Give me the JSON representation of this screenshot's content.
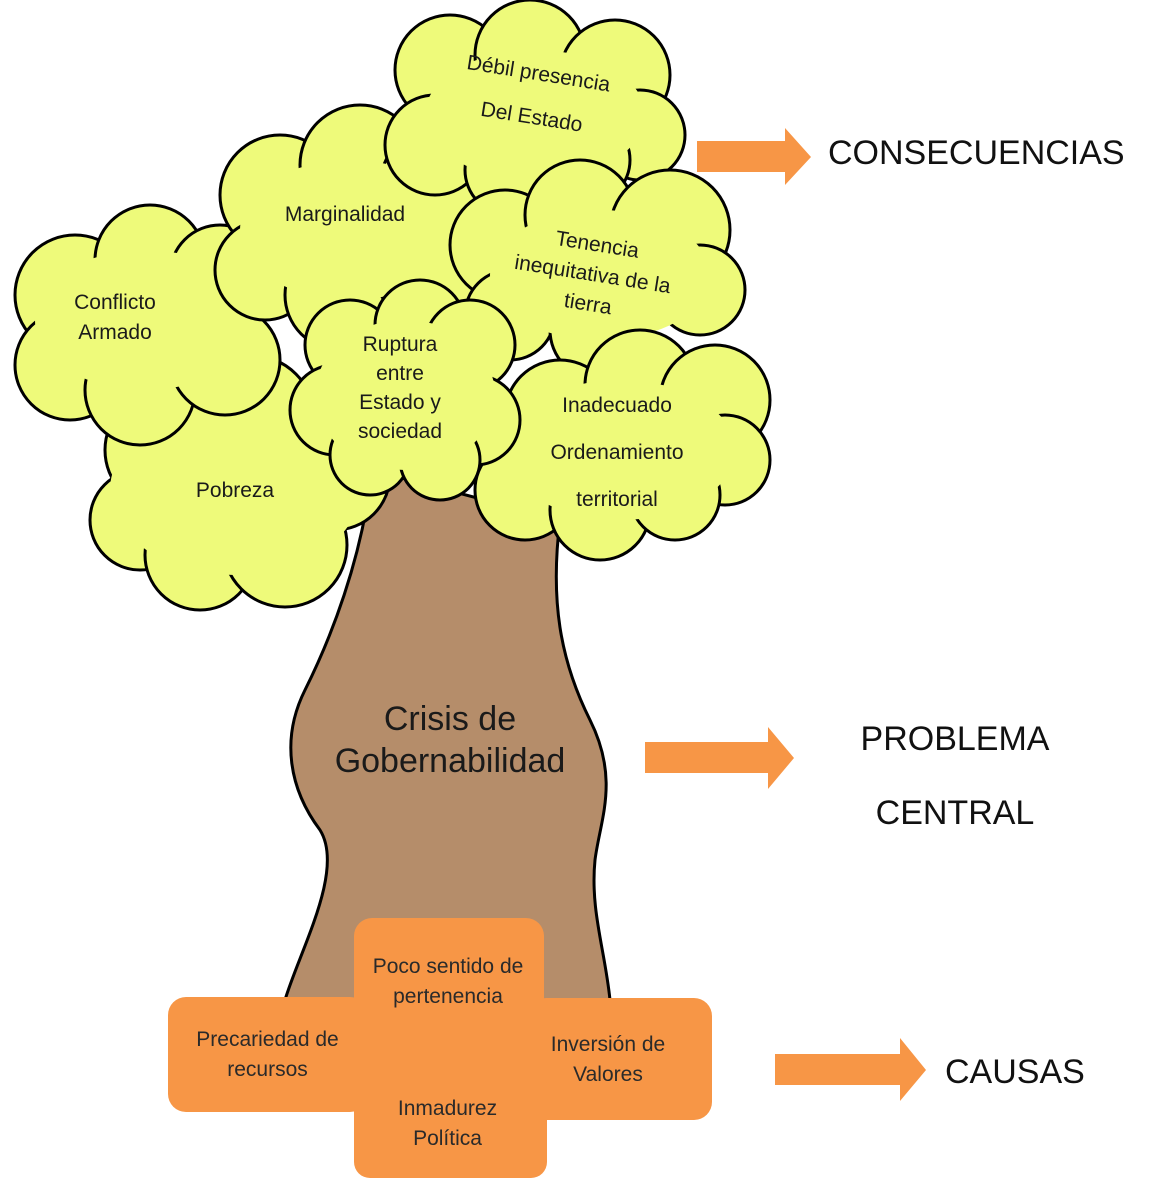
{
  "consequences": {
    "debil_presencia": "Débil presencia Del Estado",
    "marginalidad": "Marginalidad",
    "tenencia": "Tenencia inequitativa de la tierra",
    "conflicto": "Conflicto Armado",
    "ruptura": "Ruptura entre Estado y sociedad",
    "inadecuado": "Inadecuado Ordenamiento territorial",
    "pobreza": "Pobreza"
  },
  "problem": {
    "text": "Crisis de Gobernabilidad"
  },
  "causes": {
    "poco_sentido": "Poco sentido de pertenencia",
    "precariedad": "Precariedad de recursos",
    "inversion": "Inversión de Valores",
    "inmadurez": "Inmadurez Política"
  },
  "side_labels": {
    "consecuencias": "CONSECUENCIAS",
    "problema": "PROBLEMA CENTRAL",
    "causas": "CAUSAS"
  },
  "colors": {
    "cloud_fill": "#eefa7a",
    "trunk_fill": "#b58d6a",
    "root_fill": "#f79646",
    "arrow": "#f79646"
  }
}
